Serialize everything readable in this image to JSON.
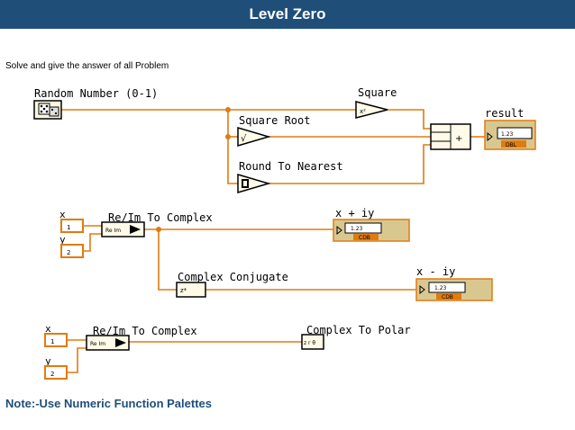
{
  "header": {
    "title": "Level Zero"
  },
  "instruction": "Solve and give the answer of all Problem",
  "note": "Note:-Use Numeric Function Palettes",
  "colors": {
    "banner": "#1f4e79",
    "wire": "#e07b10",
    "indicator_bg": "#d8c890",
    "const_border": "#e07b10"
  },
  "diagram1": {
    "random_label": "Random Number (0-1)",
    "square_label": "Square",
    "square_root_label": "Square Root",
    "round_label": "Round To Nearest",
    "result_label": "result",
    "result_value": "1.23",
    "result_type": "DBL",
    "square_glyph": "x²",
    "sqrt_glyph": "√",
    "round_glyph": "[•]",
    "add_glyph": "+"
  },
  "diagram2": {
    "x_label": "x",
    "y_label": "y",
    "x_value": "1",
    "y_value": "2",
    "reim_label": "Re/Im To Complex",
    "out1_label": "x + iy",
    "out1_value": "1.23",
    "out1_type": "CDB",
    "conj_label": "Complex Conjugate",
    "out2_label": "x - iy",
    "out2_value": "1.23",
    "out2_type": "CDB",
    "reim_glyph": "Re Im",
    "conj_glyph": "z*"
  },
  "diagram3": {
    "x_label": "x",
    "y_label": "y",
    "x_value": "1",
    "y_value": "2",
    "reim_label": "Re/Im To Complex",
    "polar_label": "Complex To Polar",
    "reim_glyph": "Re Im",
    "polar_glyph": "z r θ"
  }
}
